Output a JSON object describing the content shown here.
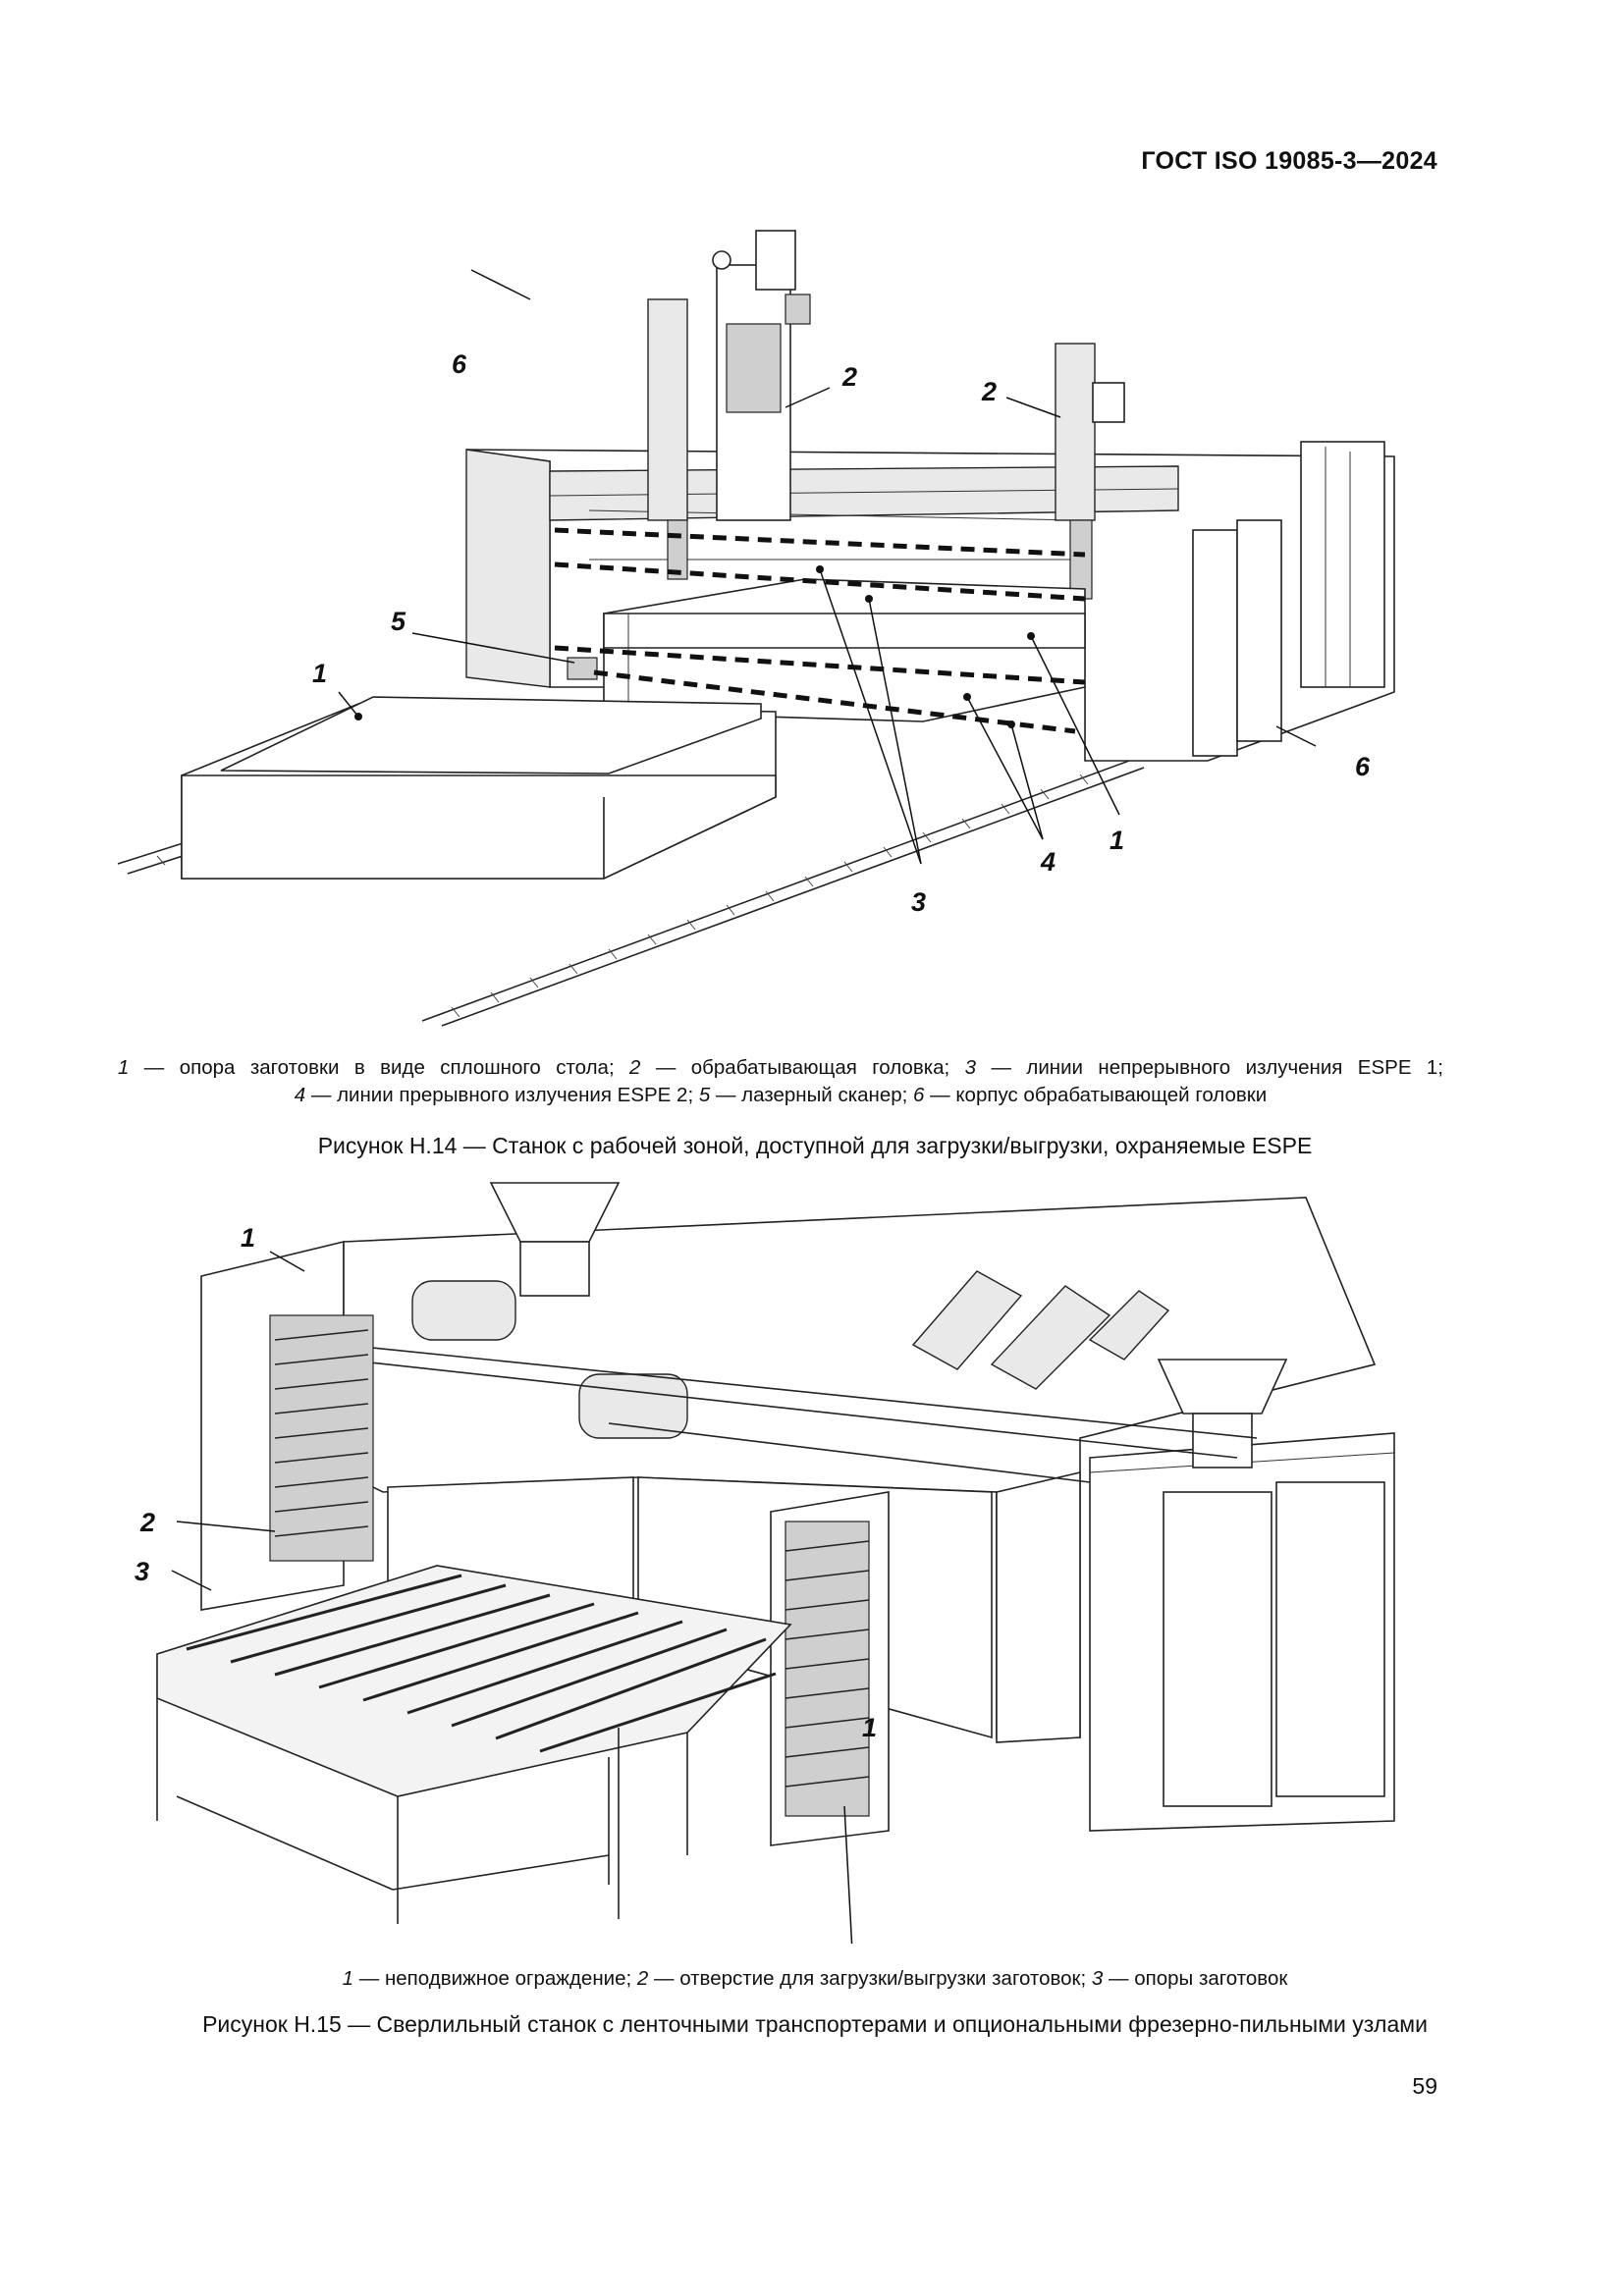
{
  "header": {
    "standard": "ГОСТ ISO 19085-3—2024"
  },
  "figure14": {
    "labels": [
      "1",
      "2",
      "2",
      "3",
      "4",
      "5",
      "6",
      "6",
      "1"
    ],
    "legend": {
      "line1": {
        "n1": "1",
        "t1": " — опора заготовки в виде сплошного стола; ",
        "n2": "2",
        "t2": " — обрабатывающая головка; ",
        "n3": "3",
        "t3": " — линии непрерывного излучения ESPE 1;"
      },
      "line2": {
        "n4": "4",
        "t4": "  —  линии прерывного излучения ESPE 2; ",
        "n5": "5",
        "t5": " — лазерный сканер; ",
        "n6": "6",
        "t6": " — корпус обрабатывающей головки"
      }
    },
    "caption": "Рисунок Н.14 — Станок с рабочей зоной, доступной для загрузки/выгрузки, охраняемые ESPE"
  },
  "figure15": {
    "labels": [
      "1",
      "2",
      "3",
      "1"
    ],
    "legend": {
      "n1": "1",
      "t1": " — неподвижное ограждение; ",
      "n2": "2",
      "t2": " — отверстие для загрузки/выгрузки заготовок; ",
      "n3": "3",
      "t3": " — опоры заготовок"
    },
    "caption": "Рисунок Н.15 — Сверлильный станок с ленточными транспортерами и опциональными фрезерно-пильными узлами"
  },
  "page_number": "59"
}
